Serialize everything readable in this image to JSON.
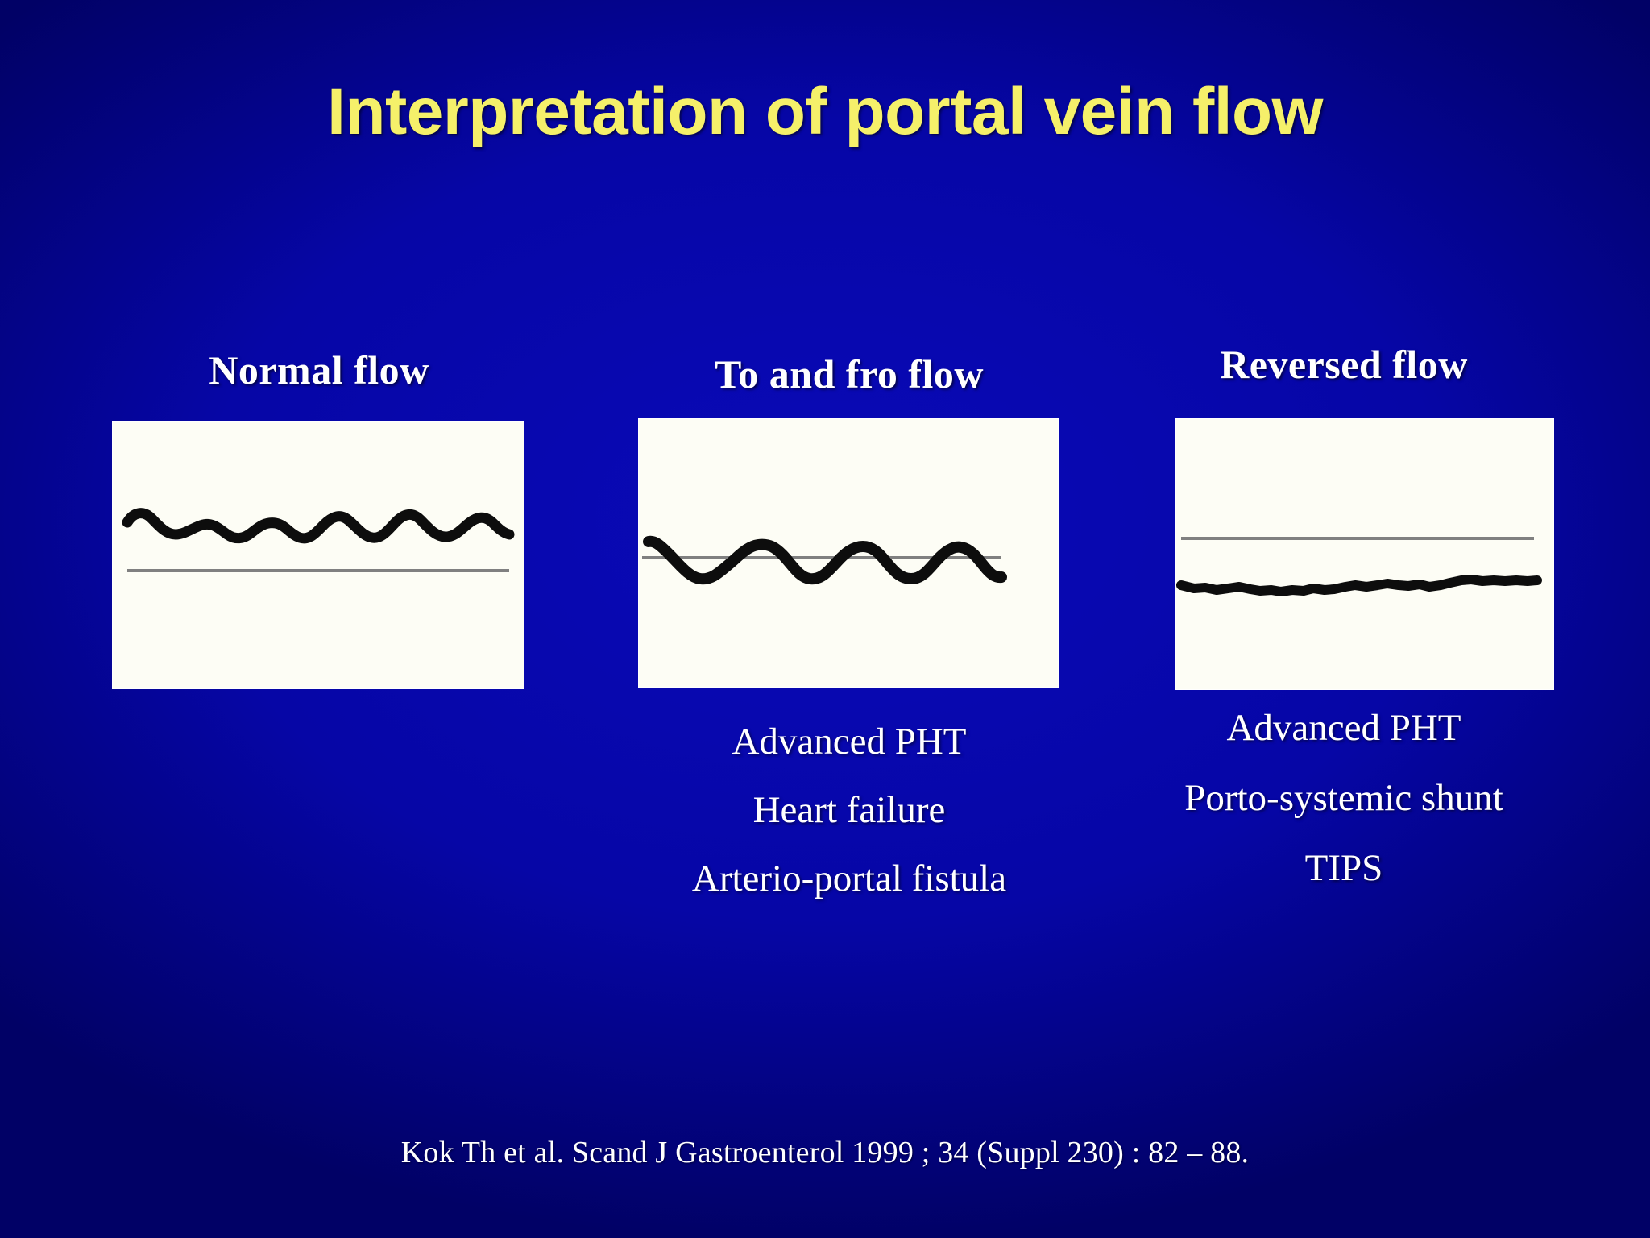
{
  "slide": {
    "title": "Interpretation of portal vein flow",
    "background_color": "#0606a6",
    "title_color": "#f5f06a",
    "text_color": "#ffffff",
    "panel_background": "#fdfdf5",
    "trace_color": "#101010",
    "baseline_color": "#808080"
  },
  "columns": [
    {
      "header": "Normal flow",
      "waveform": {
        "description": "continuous low-amplitude undulating forward (hepatopetal) flow entirely above the baseline",
        "cycles": 7,
        "amplitude_rel": 0.1,
        "baseline_position_rel": 0.56,
        "mean_position_rel": 0.37,
        "crosses_baseline": false,
        "direction": "above-baseline"
      },
      "captions": []
    },
    {
      "header": "To and fro flow",
      "waveform": {
        "description": "biphasic waveform oscillating above and below the baseline",
        "cycles": 4,
        "amplitude_rel": 0.17,
        "baseline_position_rel": 0.5,
        "mean_position_rel": 0.51,
        "crosses_baseline": true,
        "direction": "bidirectional"
      },
      "captions": [
        "Advanced PHT",
        "Heart failure",
        "Arterio-portal fistula"
      ]
    },
    {
      "header": "Reversed flow",
      "waveform": {
        "description": "nearly flat, slightly irregular trace lying entirely below the baseline (hepatofugal)",
        "cycles": 14,
        "amplitude_rel": 0.025,
        "baseline_position_rel": 0.44,
        "mean_position_rel": 0.62,
        "crosses_baseline": false,
        "direction": "below-baseline"
      },
      "captions": [
        "Advanced PHT",
        "Porto-systemic shunt",
        "TIPS"
      ]
    }
  ],
  "citation": "Kok Th et al. Scand J Gastroenterol 1999 ; 34 (Suppl 230) : 82 – 88."
}
